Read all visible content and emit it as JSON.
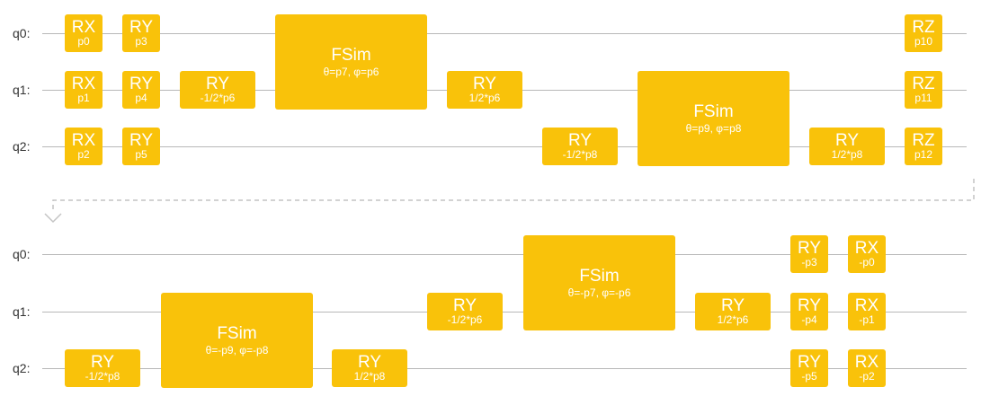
{
  "qubits": [
    "q0:",
    "q1:",
    "q2:"
  ],
  "colors": {
    "gate": "#f9c20a",
    "wire": "#b8b8b8",
    "separator": "#c4c4c4"
  },
  "rows": [
    {
      "gates": [
        {
          "name": "RX",
          "param": "p0",
          "q": 0,
          "col": "c1"
        },
        {
          "name": "RX",
          "param": "p1",
          "q": 1,
          "col": "c1"
        },
        {
          "name": "RX",
          "param": "p2",
          "q": 2,
          "col": "c1"
        },
        {
          "name": "RY",
          "param": "p3",
          "q": 0,
          "col": "c2"
        },
        {
          "name": "RY",
          "param": "p4",
          "q": 1,
          "col": "c2"
        },
        {
          "name": "RY",
          "param": "p5",
          "q": 2,
          "col": "c2"
        },
        {
          "name": "RY",
          "param": "-1/2*p6",
          "q": 1,
          "col": "c3"
        },
        {
          "name": "FSim",
          "param": "θ=p7, φ=p6",
          "q": 0,
          "span": 2,
          "col": "c4"
        },
        {
          "name": "RY",
          "param": "1/2*p6",
          "q": 1,
          "col": "c5"
        },
        {
          "name": "RY",
          "param": "-1/2*p8",
          "q": 2,
          "col": "c6"
        },
        {
          "name": "FSim",
          "param": "θ=p9, φ=p8",
          "q": 1,
          "span": 2,
          "col": "c7"
        },
        {
          "name": "RY",
          "param": "1/2*p8",
          "q": 2,
          "col": "c8"
        },
        {
          "name": "RZ",
          "param": "p10",
          "q": 0,
          "col": "c9"
        },
        {
          "name": "RZ",
          "param": "p11",
          "q": 1,
          "col": "c9"
        },
        {
          "name": "RZ",
          "param": "p12",
          "q": 2,
          "col": "c9"
        }
      ]
    },
    {
      "gates": [
        {
          "name": "RY",
          "param": "-1/2*p8",
          "q": 2,
          "col": "d1"
        },
        {
          "name": "FSim",
          "param": "θ=-p9, φ=-p8",
          "q": 1,
          "span": 2,
          "col": "d2"
        },
        {
          "name": "RY",
          "param": "1/2*p8",
          "q": 2,
          "col": "d3"
        },
        {
          "name": "RY",
          "param": "-1/2*p6",
          "q": 1,
          "col": "d4"
        },
        {
          "name": "FSim",
          "param": "θ=-p7, φ=-p6",
          "q": 0,
          "span": 2,
          "col": "d5"
        },
        {
          "name": "RY",
          "param": "1/2*p6",
          "q": 1,
          "col": "d6"
        },
        {
          "name": "RY",
          "param": "-p3",
          "q": 0,
          "col": "d7"
        },
        {
          "name": "RY",
          "param": "-p4",
          "q": 1,
          "col": "d7"
        },
        {
          "name": "RY",
          "param": "-p5",
          "q": 2,
          "col": "d7"
        },
        {
          "name": "RX",
          "param": "-p0",
          "q": 0,
          "col": "d8"
        },
        {
          "name": "RX",
          "param": "-p1",
          "q": 1,
          "col": "d8"
        },
        {
          "name": "RX",
          "param": "-p2",
          "q": 2,
          "col": "d8"
        }
      ]
    }
  ]
}
